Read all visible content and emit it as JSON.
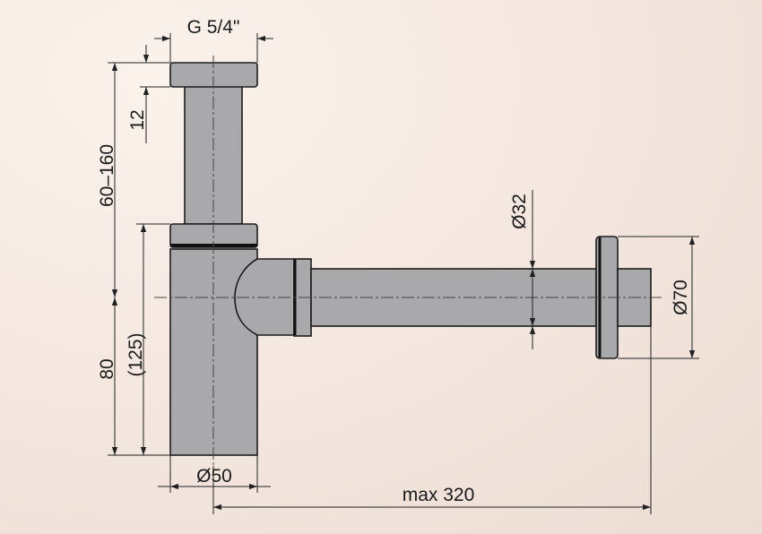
{
  "labels": {
    "thread": "G 5/4\"",
    "inlet_height": "60–160",
    "nut_height": "12",
    "outlet_height": "80",
    "outlet_height_alt": "(125)",
    "body_diameter": "Ø50",
    "pipe_diameter": "Ø32",
    "flange_diameter": "Ø70",
    "max_length": "max 320"
  },
  "colors": {
    "metal": "#a9a9ab",
    "outline": "#1c1c1c",
    "background": "#f3e6de"
  }
}
